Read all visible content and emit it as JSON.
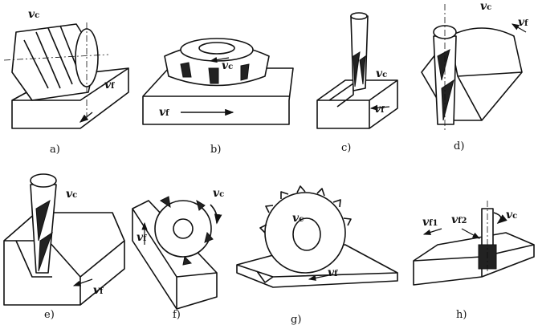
{
  "panels": [
    {
      "id": "a",
      "caption": "a)",
      "vc": "v",
      "vc_sub": "c",
      "vf": "v",
      "vf_sub": "f"
    },
    {
      "id": "b",
      "caption": "b)",
      "vc": "v",
      "vc_sub": "c",
      "vf": "v",
      "vf_sub": "f"
    },
    {
      "id": "c",
      "caption": "c)",
      "vc": "v",
      "vc_sub": "c",
      "vf": "v",
      "vf_sub": "f"
    },
    {
      "id": "d",
      "caption": "d)",
      "vc": "v",
      "vc_sub": "c",
      "vf": "v",
      "vf_sub": "f"
    },
    {
      "id": "e",
      "caption": "e)",
      "vc": "v",
      "vc_sub": "c",
      "vf": "v",
      "vf_sub": "f"
    },
    {
      "id": "f",
      "caption": "f)",
      "vc": "v",
      "vc_sub": "c",
      "vf": "v",
      "vf_sub": "f"
    },
    {
      "id": "g",
      "caption": "g)",
      "vc": "v",
      "vc_sub": "c",
      "vf": "v",
      "vf_sub": "f"
    },
    {
      "id": "h",
      "caption": "h)",
      "vc": "v",
      "vc_sub": "c",
      "vf1": "v",
      "vf1_sub": "f1",
      "vf2": "v",
      "vf2_sub": "f2"
    }
  ]
}
